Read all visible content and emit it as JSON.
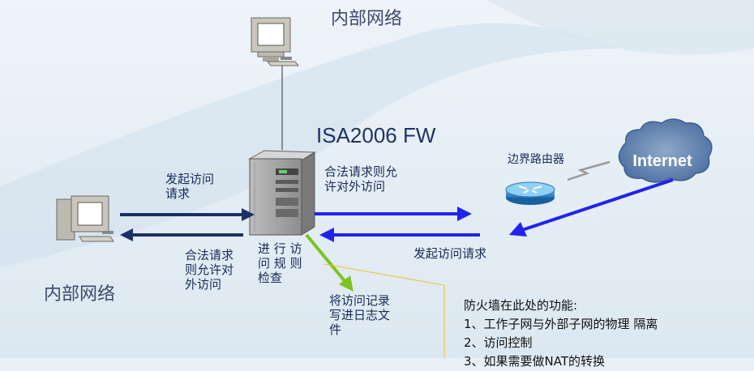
{
  "top_network_label": "内部网络",
  "left_network_label": "内部网络",
  "firewall_title": "ISA2006 FW",
  "internet_label": "Internet",
  "router_label": "边界路由器",
  "left_request": [
    "发起访问",
    "请求"
  ],
  "left_allow": [
    "合法请求",
    "则允许对",
    "外访问"
  ],
  "fw_check": [
    "进 行 访",
    "问 规 则",
    "检查"
  ],
  "right_allow": [
    "合法请求则允",
    "许对外访问"
  ],
  "right_request": "发起访问请求",
  "log_text": [
    "将访问记录",
    "写进日志文",
    "件"
  ],
  "note": {
    "heading": "防火墙在此处的功能:",
    "items": [
      "1、工作子网与外部子网的物理 隔离",
      "2、访问控制",
      "3、如果需要做NAT的转换"
    ]
  },
  "colors": {
    "dark_arrow": "#1c2f66",
    "blue_arrow": "#2222ee",
    "green_arrow": "#7dc321",
    "callout_line": "#f0c020"
  }
}
